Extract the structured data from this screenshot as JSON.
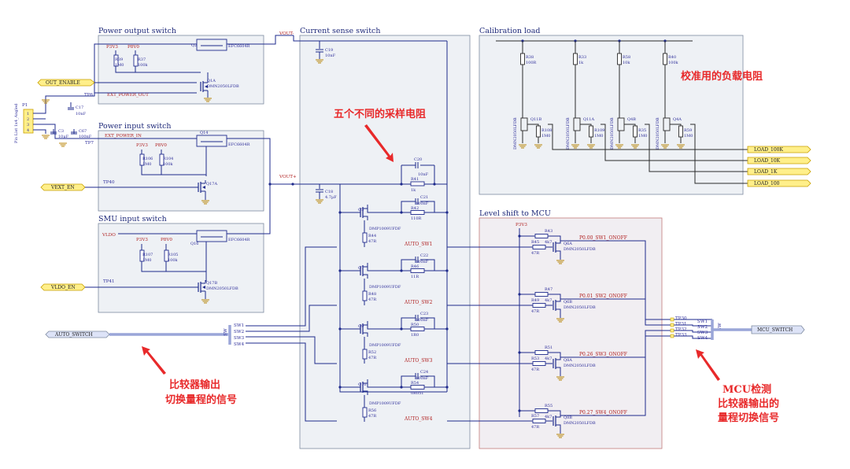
{
  "blocks": {
    "power_output": "Power output switch",
    "power_input": "Power input switch",
    "smu_input": "SMU input switch",
    "current_sense": "Current sense switch",
    "calibration": "Calibration load",
    "level_shift": "Level shift to MCU"
  },
  "annotations": {
    "calibration_note": "校准用的负载电阻",
    "sense_note": "五个不同的采样电阻",
    "comparator_note_1": "比较器输出",
    "comparator_note_2": "切换量程的信号",
    "mcu_note_1": "MCU检测",
    "mcu_note_2": "比较器输出的",
    "mcu_note_3": "量程切换信号"
  },
  "ports": {
    "out_enable": "OUT_ENABLE",
    "vext_en": "VEXT_EN",
    "vldo_en": "VLDO_EN",
    "vldo": "VLDO",
    "auto_switch": "AUTO_SWITCH",
    "mcu_switch": "MCU_SWITCH",
    "load_100k": "LOAD_100K",
    "load_10k": "LOAD_10K",
    "load_1k": "LOAD_1K",
    "load_100": "LOAD_100"
  },
  "nets": {
    "vout_minus": "VOUT-",
    "vout_plus": "VOUT+",
    "ext_power_out": "EXT_POWER_OUT",
    "ext_power_in": "EXT_POWER_IN",
    "auto_sw1": "AUTO_SW1",
    "auto_sw2": "AUTO_SW2",
    "auto_sw3": "AUTO_SW3",
    "auto_sw4": "AUTO_SW4",
    "p0_00": "P0.00_SW1_ONOFF",
    "p0_01": "P0.01_SW2_ONOFF",
    "p0_26": "P0.26_SW3_ONOFF",
    "p0_27": "P0.27_SW4_ONOFF",
    "sw_bus": "SW",
    "sw1": "SW1",
    "sw2": "SW2",
    "sw3": "SW3",
    "sw4": "SW4",
    "p3v3": "P3V3",
    "p8v0": "P8V0"
  },
  "connector": {
    "ref": "P1",
    "desc": "Pin List 1x4_Angled",
    "pins": [
      "1",
      "2",
      "3",
      "4"
    ]
  },
  "testpoints": {
    "tp6": "TP6",
    "tp7": "TP7",
    "tp40": "TP40",
    "tp41": "TP41",
    "tp30": "TP30",
    "tp31": "TP31",
    "tp32": "TP32",
    "tp33": "TP33"
  },
  "components": {
    "q2": {
      "ref": "Q2",
      "part": "EFC6604R"
    },
    "q14": {
      "ref": "Q14",
      "part": "EFC6604R"
    },
    "q16": {
      "ref": "Q16",
      "part": "EFC6604R"
    },
    "q1a": {
      "ref": "Q1A",
      "part": "DMN2050LFDB"
    },
    "q17a": {
      "ref": "Q17A",
      "part": "DMN2050LFDB"
    },
    "q17b": {
      "ref": "Q17B",
      "part": "DMN2050LFDB"
    },
    "r39": {
      "ref": "R39",
      "val": "1M0"
    },
    "r37": {
      "ref": "R37",
      "val": "100k"
    },
    "r106": {
      "ref": "R106",
      "val": "1M0"
    },
    "r104": {
      "ref": "R104",
      "val": "100k"
    },
    "r107": {
      "ref": "R107",
      "val": "1M0"
    },
    "r105": {
      "ref": "R105",
      "val": "100k"
    },
    "c17": {
      "ref": "C17",
      "val": "10nF"
    },
    "c3": {
      "ref": "C3",
      "val": "10µF"
    },
    "c67": {
      "ref": "C67",
      "val": "100nF"
    },
    "c19": {
      "ref": "C19",
      "val": "10nF"
    },
    "c18": {
      "ref": "C18",
      "val": "4.7µF"
    },
    "c20": {
      "ref": "C20",
      "val": "10nF"
    },
    "c21": {
      "ref": "C21",
      "val": "100nF"
    },
    "c22": {
      "ref": "C22",
      "val": "100nF"
    },
    "c23": {
      "ref": "C23",
      "val": "100nF"
    },
    "c24": {
      "ref": "C24",
      "val": "100nF"
    },
    "r41": {
      "ref": "R41",
      "val": "1k"
    },
    "r42": {
      "ref": "R42",
      "val": "110R"
    },
    "r46": {
      "ref": "R46",
      "val": "11R"
    },
    "r50": {
      "ref": "R50",
      "val": "1R0"
    },
    "r54": {
      "ref": "R54",
      "val": "0R051"
    },
    "q5": {
      "ref": "Q5",
      "part": "DMP1009UFDF"
    },
    "q7": {
      "ref": "Q7",
      "part": "DMP1009UFDF"
    },
    "q9": {
      "ref": "Q9",
      "part": "DMP1009UFDF"
    },
    "q10": {
      "ref": "Q10",
      "part": "DMP1009UFDF"
    },
    "r44": {
      "ref": "R44",
      "val": "47R"
    },
    "r48": {
      "ref": "R48",
      "val": "47R"
    },
    "r52": {
      "ref": "R52",
      "val": "47R"
    },
    "r56": {
      "ref": "R56",
      "val": "47R"
    },
    "r38": {
      "ref": "R38",
      "val": "100R"
    },
    "r33": {
      "ref": "R33",
      "val": "1k"
    },
    "r58": {
      "ref": "R58",
      "val": "10k"
    },
    "r40": {
      "ref": "R40",
      "val": "100k"
    },
    "q11b": {
      "ref": "Q11B",
      "part": "DMN2050LFDB"
    },
    "q11a": {
      "ref": "Q11A",
      "part": "DMN2050LFDB"
    },
    "q4b": {
      "ref": "Q4B",
      "part": "DMN2050LFDB"
    },
    "q4a": {
      "ref": "Q4A",
      "part": "DMN2050LFDB"
    },
    "r108": {
      "ref": "R108",
      "val": "1M0"
    },
    "r109": {
      "ref": "R109",
      "val": "1M0"
    },
    "r35": {
      "ref": "R35",
      "val": "1M0"
    },
    "r59": {
      "ref": "R59",
      "val": "1M0"
    },
    "r43": {
      "ref": "R43",
      "val": "4k7"
    },
    "r45": {
      "ref": "R45",
      "val": "47R"
    },
    "r47": {
      "ref": "R47",
      "val": "4k7"
    },
    "r49": {
      "ref": "R49",
      "val": "47R"
    },
    "r51": {
      "ref": "R51",
      "val": "4k7"
    },
    "r53": {
      "ref": "R53",
      "val": "47R"
    },
    "r55": {
      "ref": "R55",
      "val": "4k7"
    },
    "r57": {
      "ref": "R57",
      "val": "47R"
    },
    "q6a": {
      "ref": "Q6A",
      "part": "DMN2050LFDB"
    },
    "q6b": {
      "ref": "Q6B",
      "part": "DMN2050LFDB"
    },
    "q8a": {
      "ref": "Q8A",
      "part": "DMN2050LFDB"
    },
    "q8b": {
      "ref": "Q8B",
      "part": "DMN2050LFDB"
    }
  },
  "colors": {
    "wire": "#1e2a8c",
    "block_fill": "#eef1f5",
    "annotation": "#e8292a",
    "port_fill": "#ffef8a",
    "bus": "#9aa6d8"
  }
}
